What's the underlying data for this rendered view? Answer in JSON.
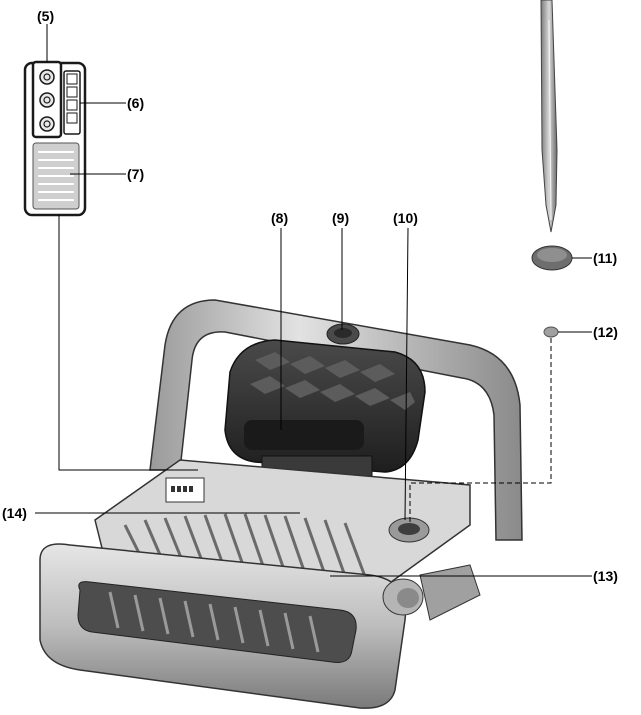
{
  "callouts": {
    "c5": "(5)",
    "c6": "(6)",
    "c7": "(7)",
    "c8": "(8)",
    "c9": "(9)",
    "c10": "(10)",
    "c11": "(11)",
    "c12": "(12)",
    "c13": "(13)",
    "c14": "(14)"
  },
  "colors": {
    "body_light": "#d4d4d4",
    "body_mid": "#a6a6a6",
    "body_dark": "#5a5a5a",
    "battery": "#2f2f2f",
    "outline": "#1a1a1a",
    "leader": "#000000"
  },
  "icons": [
    "button-icon",
    "battery-level-icon",
    "label-plate-icon",
    "charging-pin-icon",
    "rubber-cap-icon",
    "magnet-icon"
  ]
}
